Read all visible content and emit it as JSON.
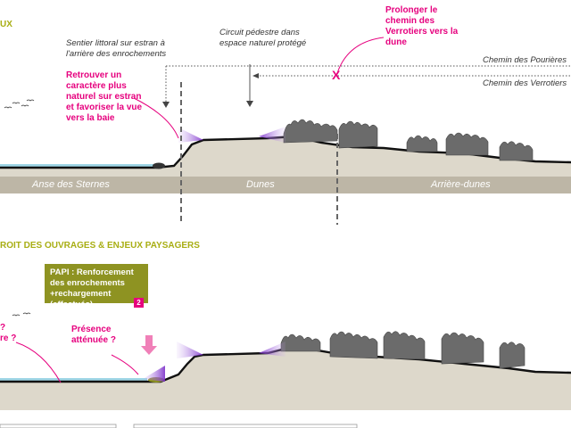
{
  "top_section": {
    "heading": "UX",
    "annotations": {
      "sentier": "Sentier littoral sur estran à l'arrière des enrochements",
      "circuit": "Circuit pédestre dans espace naturel protégé",
      "prolonger": "Prolonger le chemin des Verrotiers vers la dune",
      "retrouver": "Retrouver un caractère plus naturel sur estran et favoriser la vue vers la baie"
    },
    "paths": {
      "pourieres": "Chemin des Pourières",
      "verrotiers": "Chemin des Verrotiers"
    },
    "cross_mark": "X",
    "zones": [
      "Anse des Sternes",
      "Dunes",
      "Arrière-dunes"
    ]
  },
  "bottom_section": {
    "heading": "ROIT DES OUVRAGES & ENJEUX PAYSAGERS",
    "papi_box": "PAPI : Renforcement des enrochements +rechargement (effectués)",
    "papi_badge": "2",
    "presence": "Présence atténuée ?",
    "partial_left_1": "?",
    "partial_left_2": "re ?"
  },
  "colors": {
    "accent_pink": "#e6007e",
    "olive": "#a8ae13",
    "papi_bg": "#8e9322",
    "ground": "#d8d3c6",
    "ground_band": "#bfb8a8",
    "purple": "#9b59d0"
  }
}
